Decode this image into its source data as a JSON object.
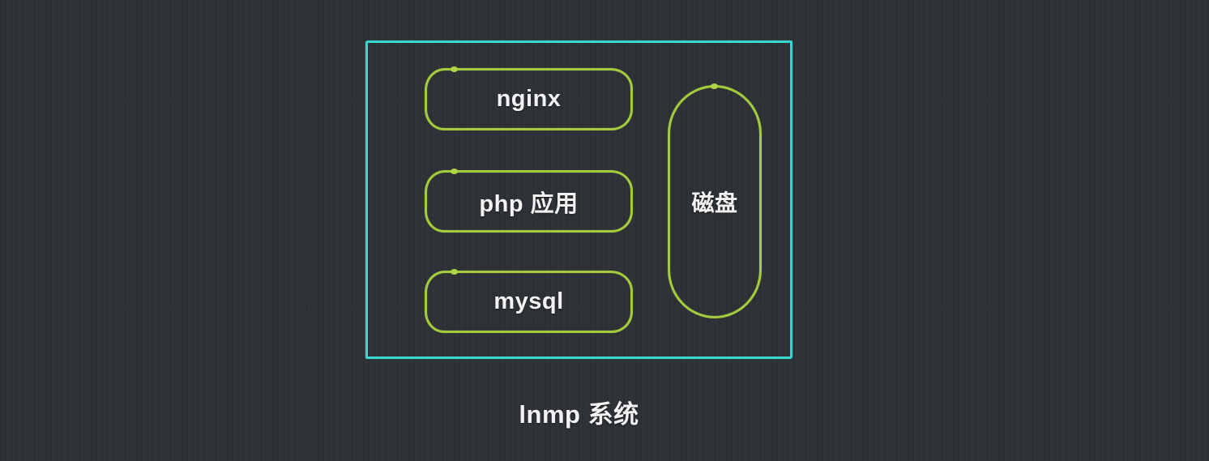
{
  "diagram": {
    "title": "lnmp 系统",
    "container": {
      "id": "lnmp-system",
      "shape": "rectangle",
      "stroke_color": "#39d5d1"
    },
    "nodes": [
      {
        "id": "nginx",
        "label": "nginx",
        "shape": "rounded-rect"
      },
      {
        "id": "php-app",
        "label": "php 应用",
        "shape": "rounded-rect"
      },
      {
        "id": "mysql",
        "label": "mysql",
        "shape": "rounded-rect"
      },
      {
        "id": "disk",
        "label": "磁盘",
        "shape": "pill"
      }
    ],
    "colors": {
      "background": "#2f3338",
      "container_stroke": "#39d5d1",
      "node_stroke": "#a4cb3d",
      "text": "#f2f2f2"
    }
  }
}
